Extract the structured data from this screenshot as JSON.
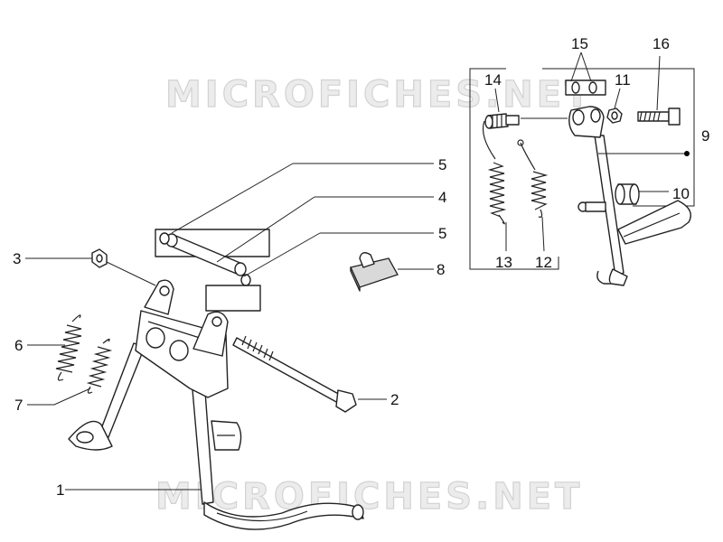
{
  "watermark": "MICROFICHES.NET",
  "callouts": {
    "c1": "1",
    "c2": "2",
    "c3": "3",
    "c4": "4",
    "c5a": "5",
    "c5b": "5",
    "c6": "6",
    "c7": "7",
    "c8": "8",
    "c9": "9",
    "c10": "10",
    "c11": "11",
    "c12": "12",
    "c13": "13",
    "c14": "14",
    "c15": "15",
    "c16": "16"
  }
}
